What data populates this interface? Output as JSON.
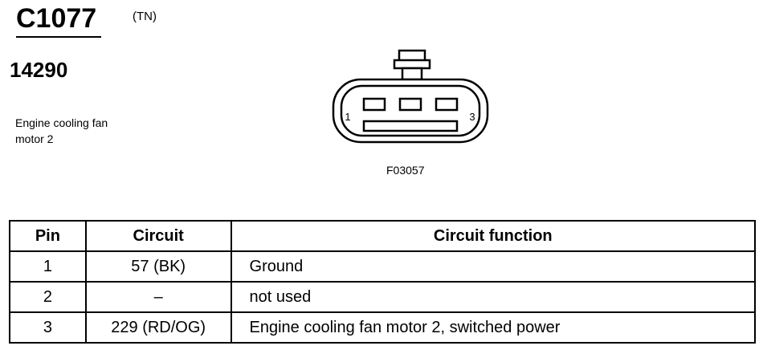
{
  "header": {
    "connector_id": "C1077",
    "market_code": "(TN)",
    "part_number": "14290",
    "description_line1": "Engine cooling fan",
    "description_line2": "motor 2"
  },
  "diagram": {
    "pin_left": "1",
    "pin_right": "3",
    "figure_code": "F03057"
  },
  "table": {
    "headers": [
      "Pin",
      "Circuit",
      "Circuit function"
    ],
    "rows": [
      {
        "pin": "1",
        "circuit": "57 (BK)",
        "function": "Ground"
      },
      {
        "pin": "2",
        "circuit": "–",
        "function": "not used"
      },
      {
        "pin": "3",
        "circuit": "229 (RD/OG)",
        "function": "Engine cooling fan motor 2, switched power"
      }
    ]
  }
}
